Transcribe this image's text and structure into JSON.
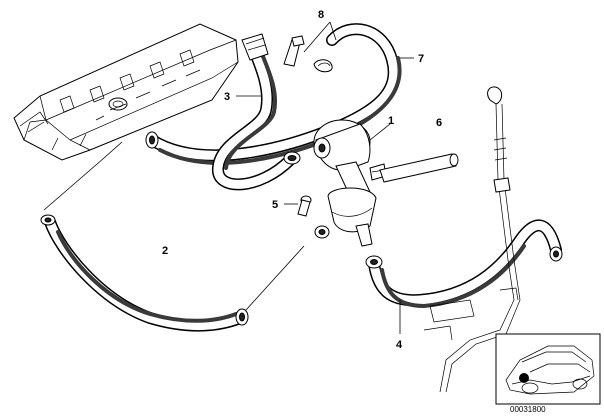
{
  "callouts": {
    "c1": "1",
    "c2": "2",
    "c3": "3",
    "c4": "4",
    "c5": "5",
    "c6": "6",
    "c7": "7",
    "c8": "8"
  },
  "document_number": "00031800"
}
